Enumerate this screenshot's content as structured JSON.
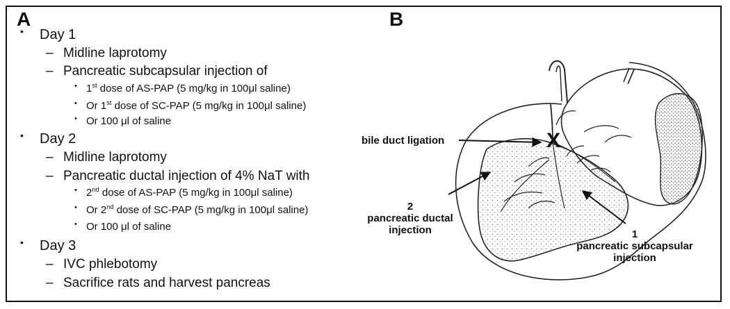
{
  "panels": {
    "a": "A",
    "b": "B"
  },
  "bullets": {
    "level1": "•",
    "level2": "–",
    "level3": "•"
  },
  "outline": {
    "day1": {
      "label": "Day 1",
      "steps": {
        "s1": "Midline laprotomy",
        "s2": "Pancreatic subcapsular injection of"
      },
      "doses": {
        "d1": {
          "ordinal": "1",
          "sup": "st",
          "text": " dose of AS-PAP (5 mg/kg in 100μl saline)"
        },
        "d2": {
          "ordinal": "Or 1",
          "sup": "st",
          "text": " dose of SC-PAP (5 mg/kg in 100μl saline)"
        },
        "d3": {
          "text": "Or 100 μl of saline"
        }
      }
    },
    "day2": {
      "label": "Day 2",
      "steps": {
        "s1": "Midline laprotomy",
        "s2": "Pancreatic ductal injection of 4% NaT with"
      },
      "doses": {
        "d1": {
          "ordinal": "2",
          "sup": "nd",
          "text": " dose of AS-PAP (5 mg/kg in 100μl saline)"
        },
        "d2": {
          "ordinal": "Or 2",
          "sup": "nd",
          "text": " dose of SC-PAP (5 mg/kg in 100μl saline)"
        },
        "d3": {
          "text": "Or 100 μl of saline"
        }
      }
    },
    "day3": {
      "label": "Day 3",
      "steps": {
        "s1": "IVC phlebotomy",
        "s2": "Sacrifice rats and harvest pancreas"
      }
    }
  },
  "figure": {
    "ligation_mark": "X",
    "annotations": {
      "bile_duct_ligation": "bile duct ligation",
      "ductal_number": "2",
      "ductal_line1": "pancreatic ductal",
      "ductal_line2": "injection",
      "subcapsular_number": "1",
      "subcapsular_line1": "pancreatic subcapsular",
      "subcapsular_line2": "injection"
    }
  }
}
